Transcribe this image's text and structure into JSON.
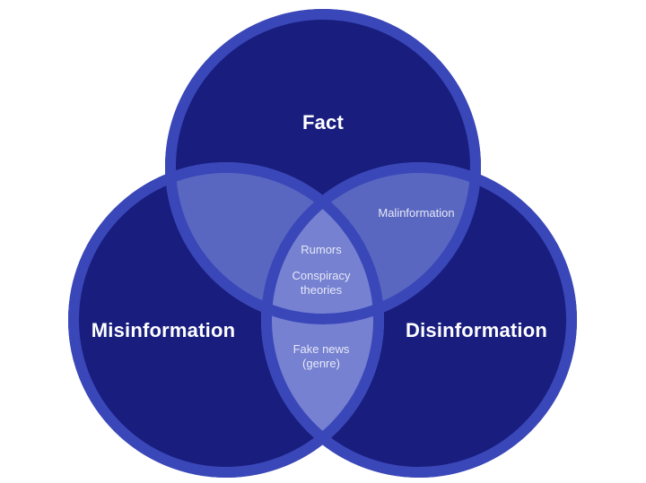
{
  "venn": {
    "sets": [
      {
        "id": "fact",
        "label": "Fact"
      },
      {
        "id": "misinformation",
        "label": "Misinformation"
      },
      {
        "id": "disinformation",
        "label": "Disinformation"
      }
    ],
    "intersections": [
      {
        "between": [
          "Fact",
          "Disinformation"
        ],
        "label": "Malinformation"
      },
      {
        "between": [
          "Fact",
          "Misinformation",
          "Disinformation"
        ],
        "label": "Rumors"
      },
      {
        "between": [
          "Fact",
          "Misinformation",
          "Disinformation"
        ],
        "label": "Conspiracy theories"
      },
      {
        "between": [
          "Misinformation",
          "Disinformation"
        ],
        "label": "Fake news (genre)"
      }
    ]
  },
  "colors": {
    "background": "#ffffff",
    "circle_fill": "#181d7e",
    "circle_stroke": "#3a47b9",
    "overlap_fill": "#5a67c0",
    "center_overlap_fill": "#7681d1",
    "set_label_color": "#ffffff",
    "intersection_label_color": "#e6e9f8"
  }
}
